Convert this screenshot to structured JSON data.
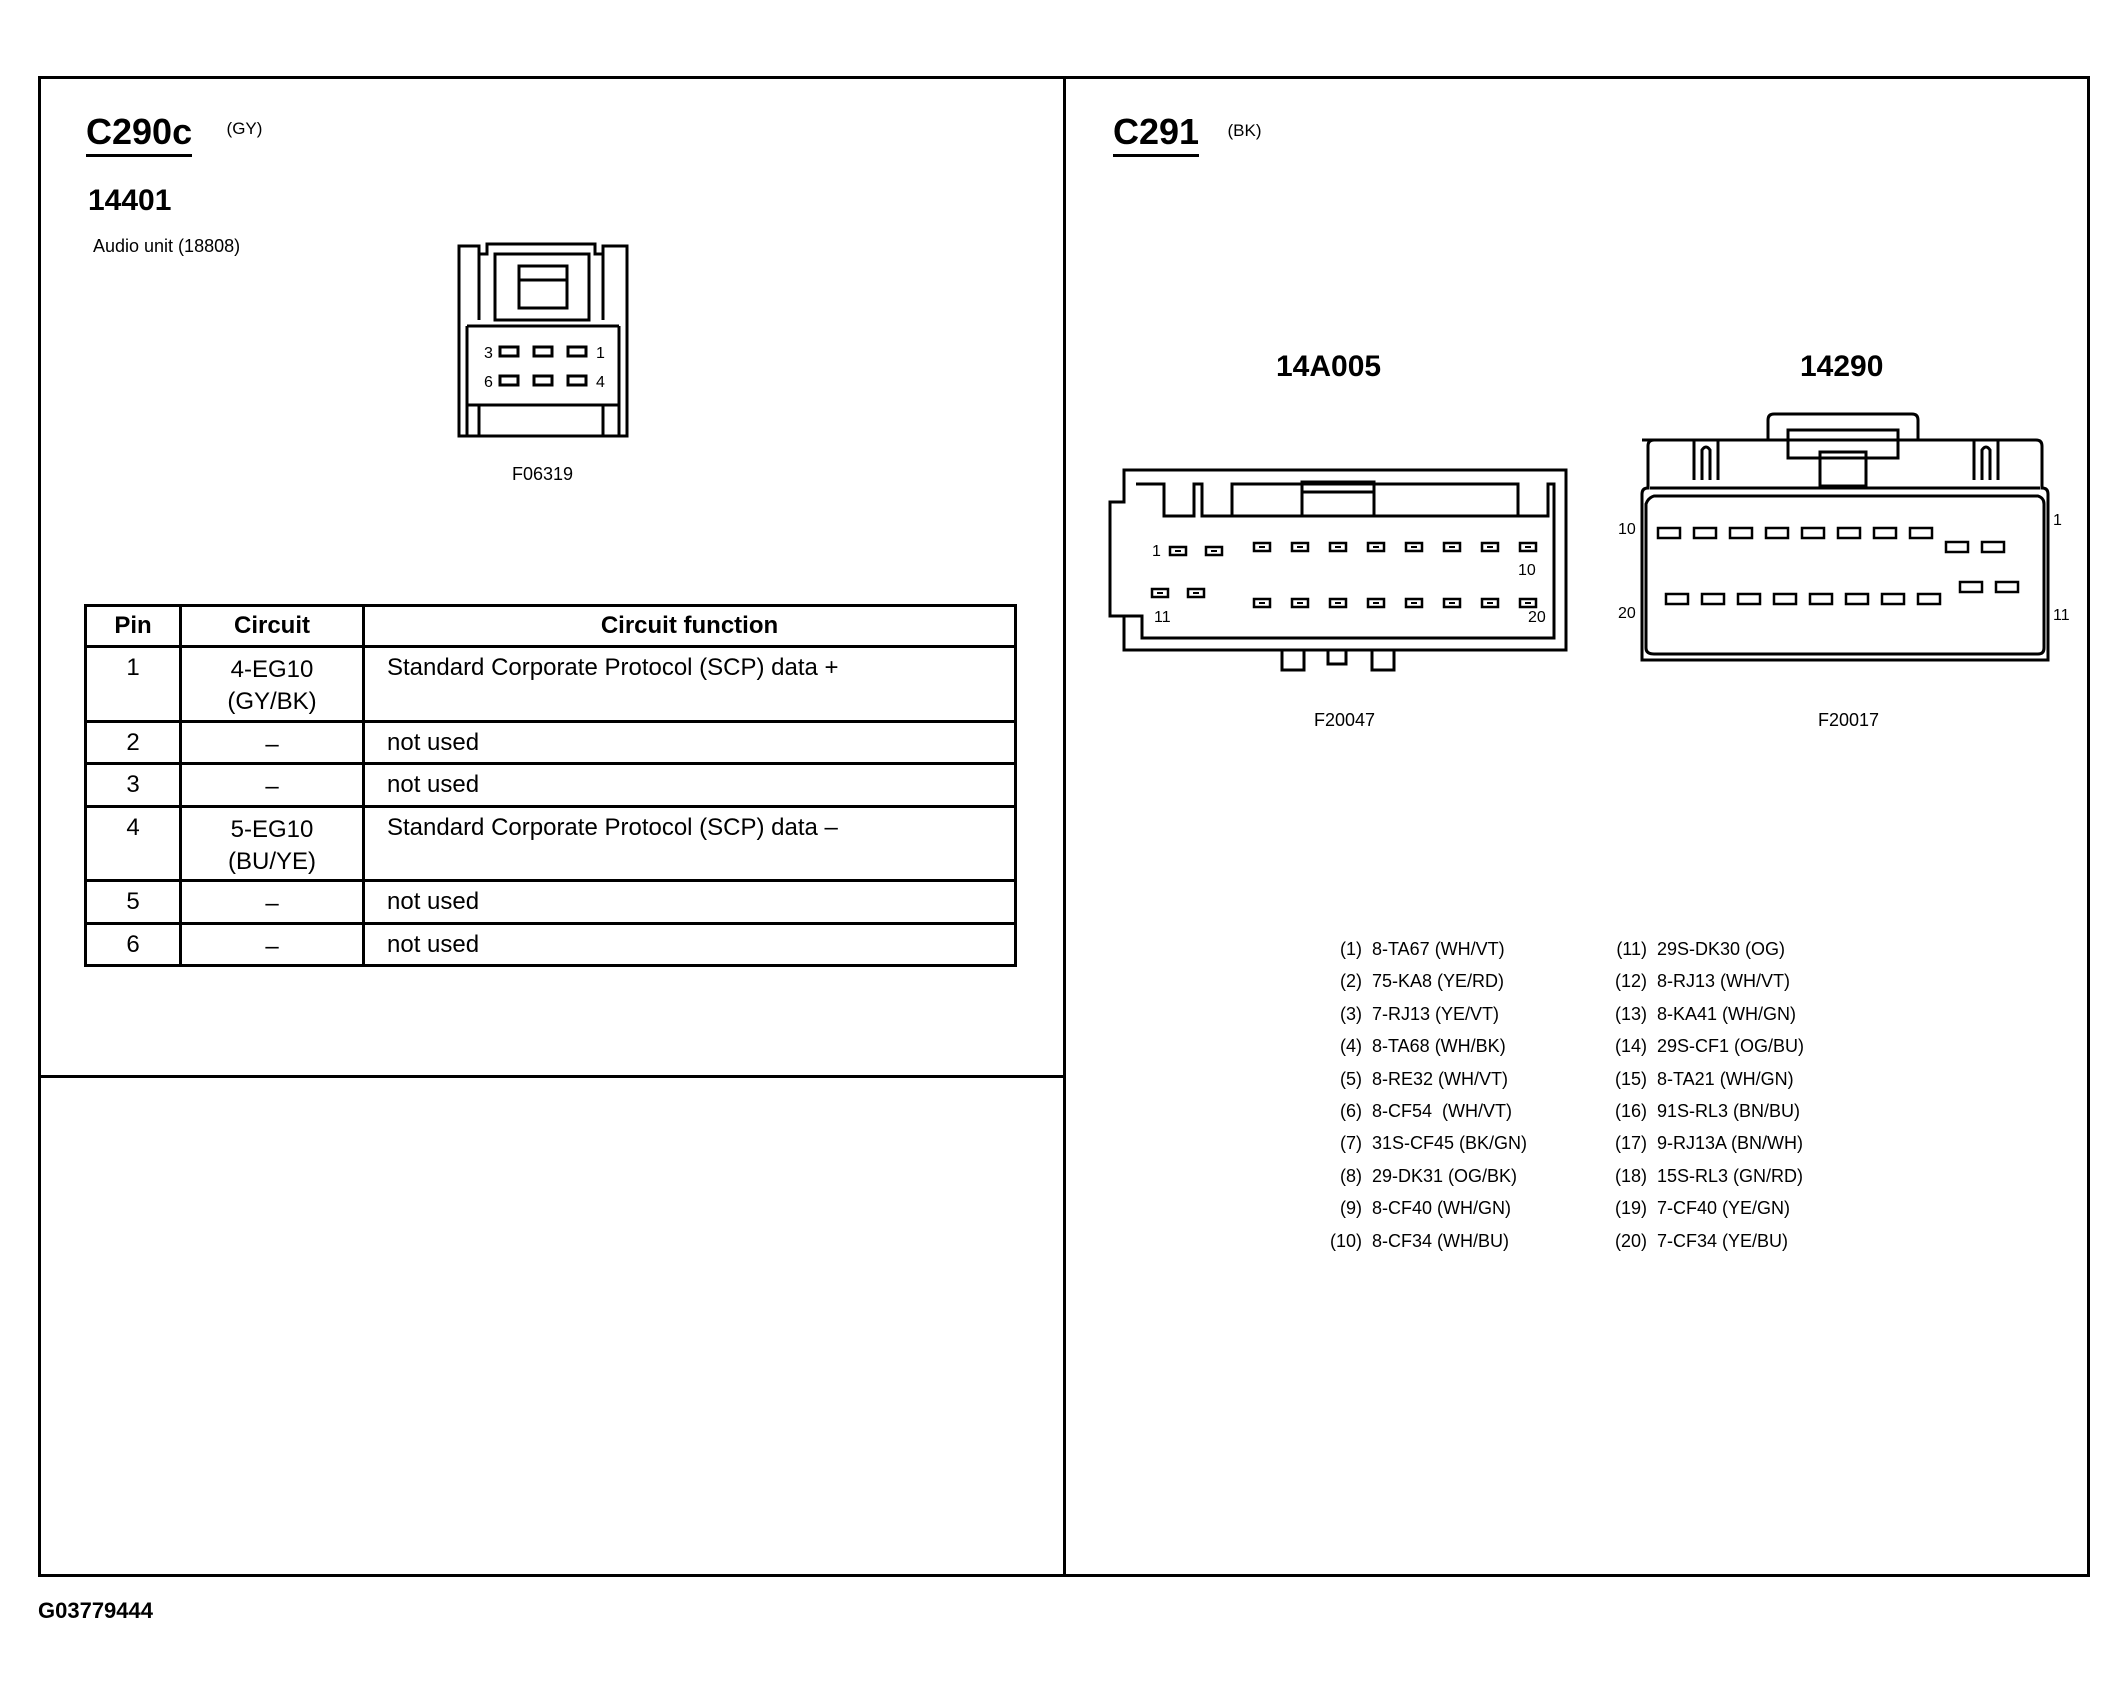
{
  "left_panel": {
    "connector_id": "C290c",
    "color_code": "(GY)",
    "part_number": "14401",
    "component_name": "Audio unit (18808)",
    "figure_code": "F06319",
    "connector_pin_labels": [
      "3",
      "1",
      "6",
      "4"
    ],
    "table": {
      "headers": [
        "Pin",
        "Circuit",
        "Circuit function"
      ],
      "rows": [
        {
          "pin": "1",
          "circuit_line1": "4-EG10",
          "circuit_line2": "(GY/BK)",
          "function": "Standard Corporate Protocol (SCP) data +"
        },
        {
          "pin": "2",
          "circuit_line1": "–",
          "circuit_line2": "",
          "function": "not used"
        },
        {
          "pin": "3",
          "circuit_line1": "–",
          "circuit_line2": "",
          "function": "not used"
        },
        {
          "pin": "4",
          "circuit_line1": "5-EG10",
          "circuit_line2": "(BU/YE)",
          "function": "Standard Corporate Protocol (SCP) data –"
        },
        {
          "pin": "5",
          "circuit_line1": "–",
          "circuit_line2": "",
          "function": "not used"
        },
        {
          "pin": "6",
          "circuit_line1": "–",
          "circuit_line2": "",
          "function": "not used"
        }
      ]
    }
  },
  "right_panel": {
    "connector_id": "C291",
    "color_code": "(BK)",
    "connector_a": {
      "part_number": "14A005",
      "figure_code": "F20047",
      "pin_labels": [
        "1",
        "10",
        "11",
        "20"
      ]
    },
    "connector_b": {
      "part_number": "14290",
      "figure_code": "F20017",
      "pin_labels": [
        "10",
        "1",
        "20",
        "11"
      ]
    },
    "circuits_left": [
      {
        "num": "(1)",
        "value": "8-TA67 (WH/VT)"
      },
      {
        "num": "(2)",
        "value": "75-KA8 (YE/RD)"
      },
      {
        "num": "(3)",
        "value": "7-RJ13 (YE/VT)"
      },
      {
        "num": "(4)",
        "value": "8-TA68 (WH/BK)"
      },
      {
        "num": "(5)",
        "value": "8-RE32 (WH/VT)"
      },
      {
        "num": "(6)",
        "value": "8-CF54  (WH/VT)"
      },
      {
        "num": "(7)",
        "value": "31S-CF45 (BK/GN)"
      },
      {
        "num": "(8)",
        "value": "29-DK31 (OG/BK)"
      },
      {
        "num": "(9)",
        "value": "8-CF40 (WH/GN)"
      },
      {
        "num": "(10)",
        "value": "8-CF34 (WH/BU)"
      }
    ],
    "circuits_right": [
      {
        "num": "(11)",
        "value": "29S-DK30 (OG)"
      },
      {
        "num": "(12)",
        "value": "8-RJ13 (WH/VT)"
      },
      {
        "num": "(13)",
        "value": "8-KA41 (WH/GN)"
      },
      {
        "num": "(14)",
        "value": "29S-CF1 (OG/BU)"
      },
      {
        "num": "(15)",
        "value": "8-TA21 (WH/GN)"
      },
      {
        "num": "(16)",
        "value": "91S-RL3 (BN/BU)"
      },
      {
        "num": "(17)",
        "value": "9-RJ13A (BN/WH)"
      },
      {
        "num": "(18)",
        "value": "15S-RL3 (GN/RD)"
      },
      {
        "num": "(19)",
        "value": "7-CF40 (YE/GN)"
      },
      {
        "num": "(20)",
        "value": "7-CF34 (YE/BU)"
      }
    ]
  },
  "footer": {
    "graphic_id": "G03779444"
  }
}
